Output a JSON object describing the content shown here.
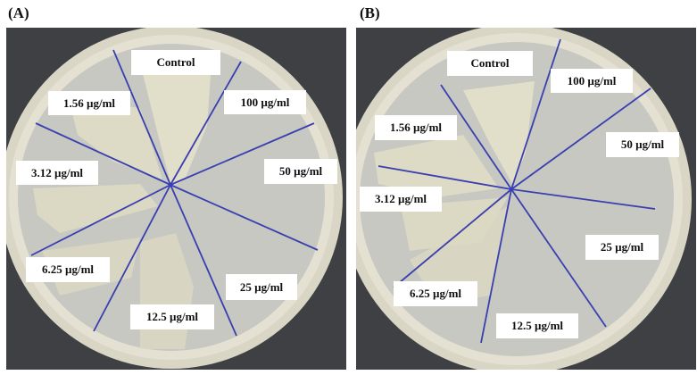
{
  "figure": {
    "panels": [
      {
        "id": "A",
        "label": "(A)",
        "labels": {
          "control": "Control",
          "c100": "100 µg/ml",
          "c50": "50 µg/ml",
          "c25": "25 µg/ml",
          "c12_5": "12.5 µg/ml",
          "c6_25": "6.25 µg/ml",
          "c3_12": "3.12 µg/ml",
          "c1_56": "1.56 µg/ml"
        }
      },
      {
        "id": "B",
        "label": "(B)",
        "labels": {
          "control": "Control",
          "c100": "100 µg/ml",
          "c50": "50 µg/ml",
          "c25": "25 µg/ml",
          "c12_5": "12.5 µg/ml",
          "c6_25": "6.25 µg/ml",
          "c3_12": "3.12 µg/ml",
          "c1_56": "1.56 µg/ml"
        }
      }
    ],
    "colors": {
      "background_surface": "#3e4043",
      "agar": "#c9cbc4",
      "plate_rim": "#e2e0d2",
      "colony": "#e6e3cf",
      "sector_line": "#3a3fb0",
      "label_box": "#ffffff"
    }
  }
}
